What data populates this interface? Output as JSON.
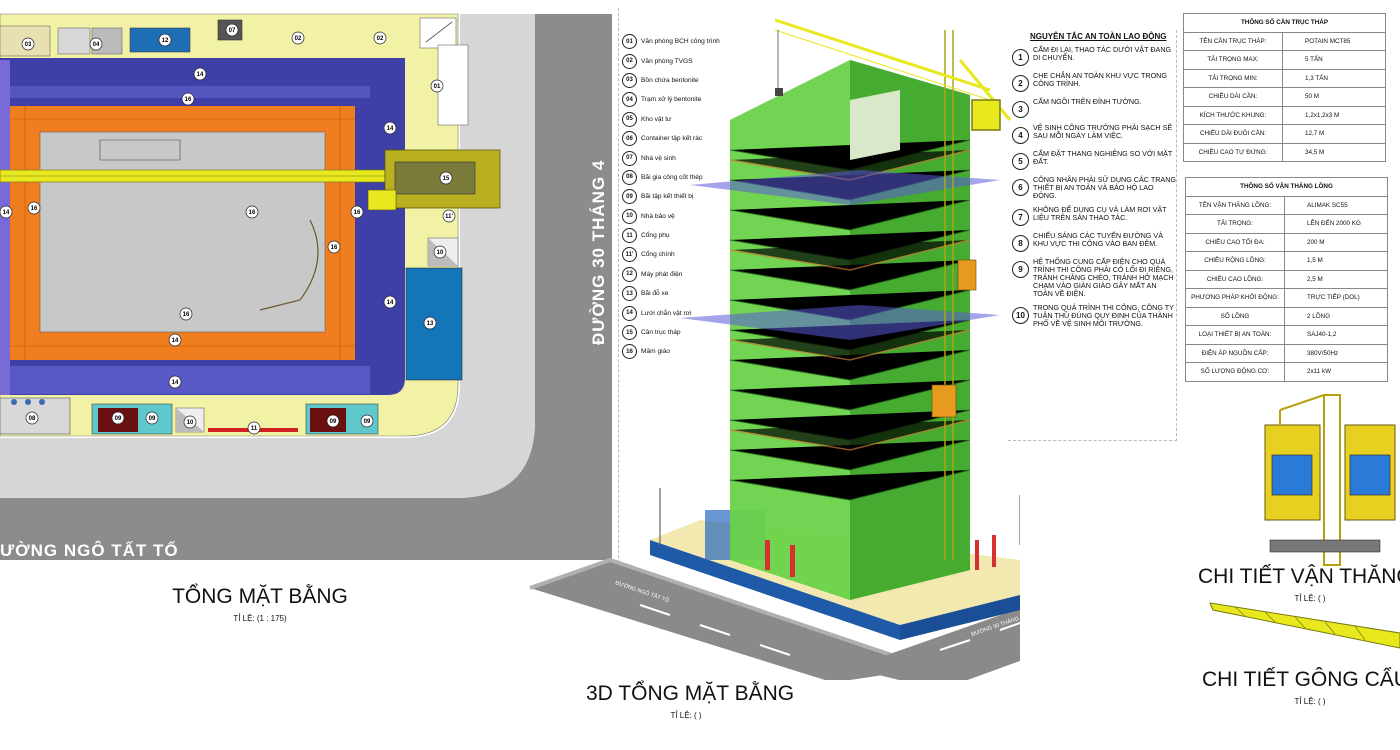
{
  "site_plan": {
    "title": "TỔNG MẶT BẰNG",
    "scale": "TỈ LỆ: (1 : 175)",
    "street_right": "ĐƯỜNG 30 THÁNG 4",
    "street_bottom": "ƯỜNG NGÔ TẤT TỐ",
    "marks": {
      "m01": "01",
      "m02a": "02",
      "m02b": "02",
      "m03": "03",
      "m04": "04",
      "m07": "07",
      "m08": "08",
      "m09a": "09",
      "m09b": "09",
      "m09c": "09",
      "m09d": "09",
      "m10a": "10",
      "m10b": "10",
      "m11": "11",
      "m11p": "11'",
      "m12": "12",
      "m13": "13",
      "m14a": "14",
      "m14b": "14",
      "m14c": "14",
      "m14d": "14",
      "m14e": "14",
      "m14f": "14",
      "m15": "15",
      "m16a": "16",
      "m16b": "16",
      "m16c": "16",
      "m16d": "16",
      "m16e": "16",
      "m16f": "16"
    }
  },
  "legend": [
    {
      "num": "01",
      "label": "Văn phòng BCH công trình"
    },
    {
      "num": "02",
      "label": "Văn phòng TVGS"
    },
    {
      "num": "03",
      "label": "Bồn chứa bentonite"
    },
    {
      "num": "04",
      "label": "Trạm xử lý bentonite"
    },
    {
      "num": "05",
      "label": "Kho vật tư"
    },
    {
      "num": "06",
      "label": "Container tập kết rác"
    },
    {
      "num": "07",
      "label": "Nhà vệ sinh"
    },
    {
      "num": "08",
      "label": "Bãi gia công cốt thép"
    },
    {
      "num": "09",
      "label": "Bãi tập kết thiết bị"
    },
    {
      "num": "10",
      "label": "Nhà bảo vệ"
    },
    {
      "num": "11",
      "label": "Cổng phụ"
    },
    {
      "num": "11'",
      "label": "Cổng chính"
    },
    {
      "num": "12",
      "label": "Máy phát điện"
    },
    {
      "num": "13",
      "label": "Bãi đỗ xe"
    },
    {
      "num": "14",
      "label": "Lưới chắn vật rơi"
    },
    {
      "num": "15",
      "label": "Cần trục tháp"
    },
    {
      "num": "16",
      "label": "Mâm giáo"
    }
  ],
  "view3d": {
    "title": "3D TỔNG MẶT BẰNG",
    "scale": "TỈ LỆ: ( )",
    "road_left": "ĐƯỜNG NGÔ TẤT TỐ",
    "road_right": "ĐƯỜNG 30 THÁNG 4"
  },
  "safety": {
    "title": "NGUYÊN TẮC AN TOÀN LAO ĐỘNG",
    "rules": [
      {
        "num": "1",
        "text": "CẤM ĐI LẠI, THAO TÁC DƯỚI VẬT ĐANG DI CHUYỂN."
      },
      {
        "num": "2",
        "text": "CHE CHẮN AN TOÀN KHU VỰC TRONG CÔNG TRÌNH."
      },
      {
        "num": "3",
        "text": "CẤM NGỒI TRÊN ĐỈNH TƯỜNG."
      },
      {
        "num": "4",
        "text": "VỆ SINH CÔNG TRƯỜNG PHẢI SẠCH SẼ SAU MỖI NGÀY LÀM VIỆC."
      },
      {
        "num": "5",
        "text": "CẤM ĐẶT THANG NGHIÊNG SO VỚI MẶT ĐẤT."
      },
      {
        "num": "6",
        "text": "CÔNG NHÂN PHẢI SỬ DỤNG CÁC TRANG THIẾT BỊ AN TOÀN VÀ BẢO HỘ LAO ĐỘNG."
      },
      {
        "num": "7",
        "text": "KHÔNG ĐỂ DỤNG CỤ VÀ LÀM RƠI VẬT LIỆU TRÊN SÀN THAO TÁC."
      },
      {
        "num": "8",
        "text": "CHIẾU SÁNG CÁC TUYẾN ĐƯỜNG VÀ KHU VỰC THI CÔNG VÀO BAN ĐÊM."
      },
      {
        "num": "9",
        "text": "HỆ THỐNG CUNG CẤP ĐIỆN CHO QUÁ TRÌNH THI CÔNG PHẢI CÓ LỐI ĐI RIÊNG, TRÁNH CHẰNG CHÉO, TRÁNH HỞ MẠCH CHẠM VÀO GIÀN GIÁO GÂY MẤT AN TOÀN VỀ ĐIỆN."
      },
      {
        "num": "10",
        "text": "TRONG QUÁ TRÌNH THI CÔNG, CÔNG TY TUÂN THỦ ĐÚNG QUY ĐỊNH CỦA THÀNH PHỐ VỀ VỆ SINH MÔI TRƯỜNG."
      }
    ]
  },
  "crane_specs": {
    "title": "THÔNG SỐ CẦN TRỤC THÁP",
    "rows": [
      {
        "k": "TÊN CẦN TRỤC THÁP:",
        "v": "POTAIN MCT85"
      },
      {
        "k": "TẢI TRỌNG MAX:",
        "v": "5 TẤN"
      },
      {
        "k": "TẢI TRỌNG MIN:",
        "v": "1,3 TẤN"
      },
      {
        "k": "CHIỀU DÀI CẦN:",
        "v": "50 M"
      },
      {
        "k": "KÍCH THƯỚC KHUNG:",
        "v": "1,2x1,2x3 M"
      },
      {
        "k": "CHIỀU DÀI ĐUÔI CẦN:",
        "v": "12,7 M"
      },
      {
        "k": "CHIỀU CAO TỰ ĐỨNG:",
        "v": "34,5 M"
      }
    ]
  },
  "hoist_specs": {
    "title": "THÔNG SỐ VẬN THĂNG LỒNG",
    "rows": [
      {
        "k": "TÊN VẬN THĂNG LỒNG:",
        "v": "ALIMAK SC55"
      },
      {
        "k": "TẢI TRỌNG:",
        "v": "LÊN ĐẾN 2000 KG"
      },
      {
        "k": "CHIỀU CAO TỐI ĐA:",
        "v": "200 M"
      },
      {
        "k": "CHIỀU RỘNG LỒNG:",
        "v": "1,5 M"
      },
      {
        "k": "CHIỀU CAO LỒNG:",
        "v": "2,5 M"
      },
      {
        "k": "PHƯƠNG PHÁP KHỞI ĐỘNG:",
        "v": "TRỰC TIẾP (DOL)"
      },
      {
        "k": "SỐ LỒNG",
        "v": "2 LỒNG"
      },
      {
        "k": "LOẠI THIẾT BỊ AN TOÀN:",
        "v": "SAJ40-1,2"
      },
      {
        "k": "ĐIỆN ÁP NGUỒN CẤP:",
        "v": "380V/50Hz"
      },
      {
        "k": "SỐ LƯỢNG ĐỘNG CƠ:",
        "v": "2x11 kW"
      }
    ]
  },
  "hoist_detail": {
    "title": "CHI TIẾT VẬN THĂNG LỒ",
    "scale": "TỈ LỆ: ( )"
  },
  "jib_detail": {
    "title": "CHI TIẾT GÔNG CẨU TH",
    "scale": "TỈ LỆ: ( )"
  },
  "colors": {
    "road": "#8c8c8c",
    "net": "#3f3fa8",
    "scaffold": "#f07d1e",
    "pit": "#c8c8c8",
    "crane": "#e8e81e",
    "ground": "#f2f2a6",
    "parking": "#1475b8",
    "facade": "#5cc83c",
    "base": "#1e5aa8"
  }
}
